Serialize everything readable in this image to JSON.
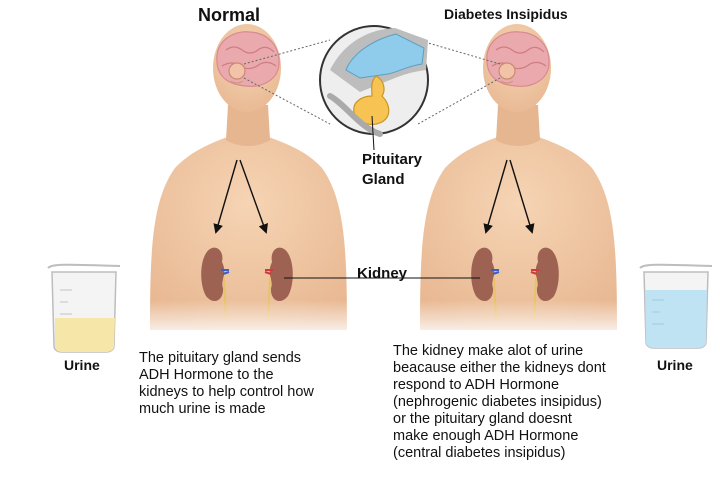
{
  "titles": {
    "normal": "Normal",
    "diabetes_insipidus": "Diabetes Insipidus"
  },
  "callouts": {
    "pituitary_line1": "Pituitary",
    "pituitary_line2": "Gland",
    "kidney": "Kidney"
  },
  "urine": {
    "left_label": "Urine",
    "right_label": "Urine"
  },
  "descriptions": {
    "normal_lines": [
      "The pituitary gland sends",
      "ADH Hormone to the",
      "kidneys to help control how",
      "much urine is made"
    ],
    "di_lines": [
      "The kidney make alot of urine",
      "beacause either the kidneys dont",
      "respond to ADH Hormone",
      "(nephrogenic diabetes insipidus)",
      "or the pituitary gland doesnt",
      "make enough ADH Hormone",
      "(central diabetes insipidus)"
    ]
  },
  "colors": {
    "skin": "#f0c8a4",
    "skin_shadow": "#e2ad86",
    "brain": "#e9a9ad",
    "kidney": "#9e6252",
    "urine_normal": "#f6e6a8",
    "urine_di": "#bfe3f3",
    "pituitary": "#f7c353",
    "hypothalamus": "#8fcbea"
  }
}
